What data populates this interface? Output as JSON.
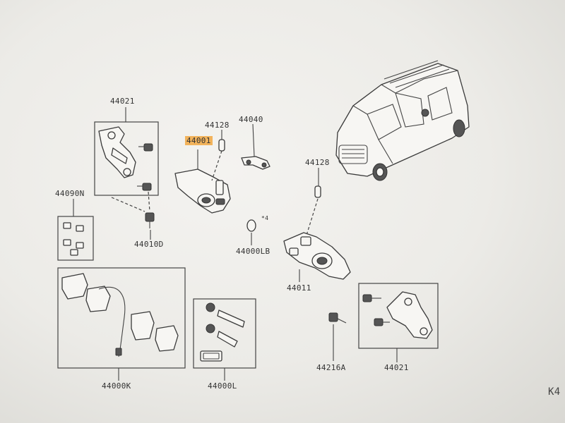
{
  "labels": {
    "bracket_top": "44021",
    "pin_boot_top": "44128",
    "lever": "44040",
    "caliper_left": "44001",
    "pin_kit": "44090N",
    "bolt_left": "44010D",
    "pin_boot_right": "44128",
    "seal_kit": "44000LB",
    "seal_kit_qty": "*4",
    "caliper_right": "44011",
    "pad_kit": "44000K",
    "guide_kit": "44000L",
    "bolt_right": "44216A",
    "bracket_bottom": "44021",
    "page_ref": "K4"
  },
  "colors": {
    "highlight": "#f2b35b",
    "line": "#3a3a3a"
  }
}
